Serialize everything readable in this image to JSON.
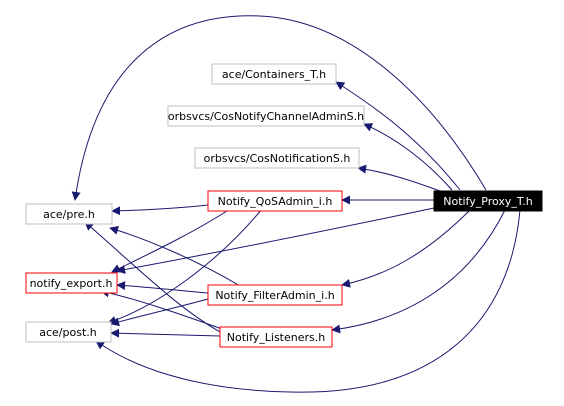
{
  "colors": {
    "edge": "#191970",
    "box_gray": "#bfbfbf",
    "box_red": "#ff0000",
    "root_fill": "#000000",
    "root_text": "#ffffff",
    "text": "#000000"
  },
  "nodes": {
    "ace_containers": {
      "label": "ace/Containers_T.h",
      "style": "gray"
    },
    "cos_notify_channel_admin_s": {
      "label": "orbsvcs/CosNotifyChannelAdminS.h",
      "style": "gray"
    },
    "cos_notification_s": {
      "label": "orbsvcs/CosNotificationS.h",
      "style": "gray"
    },
    "notify_qos_admin_i": {
      "label": "Notify_QoSAdmin_i.h",
      "style": "red"
    },
    "notify_proxy_t": {
      "label": "Notify_Proxy_T.h",
      "style": "root"
    },
    "ace_pre": {
      "label": "ace/pre.h",
      "style": "gray"
    },
    "notify_export": {
      "label": "notify_export.h",
      "style": "red"
    },
    "notify_filter_admin_i": {
      "label": "Notify_FilterAdmin_i.h",
      "style": "red"
    },
    "ace_post": {
      "label": "ace/post.h",
      "style": "gray"
    },
    "notify_listeners": {
      "label": "Notify_Listeners.h",
      "style": "red"
    }
  }
}
